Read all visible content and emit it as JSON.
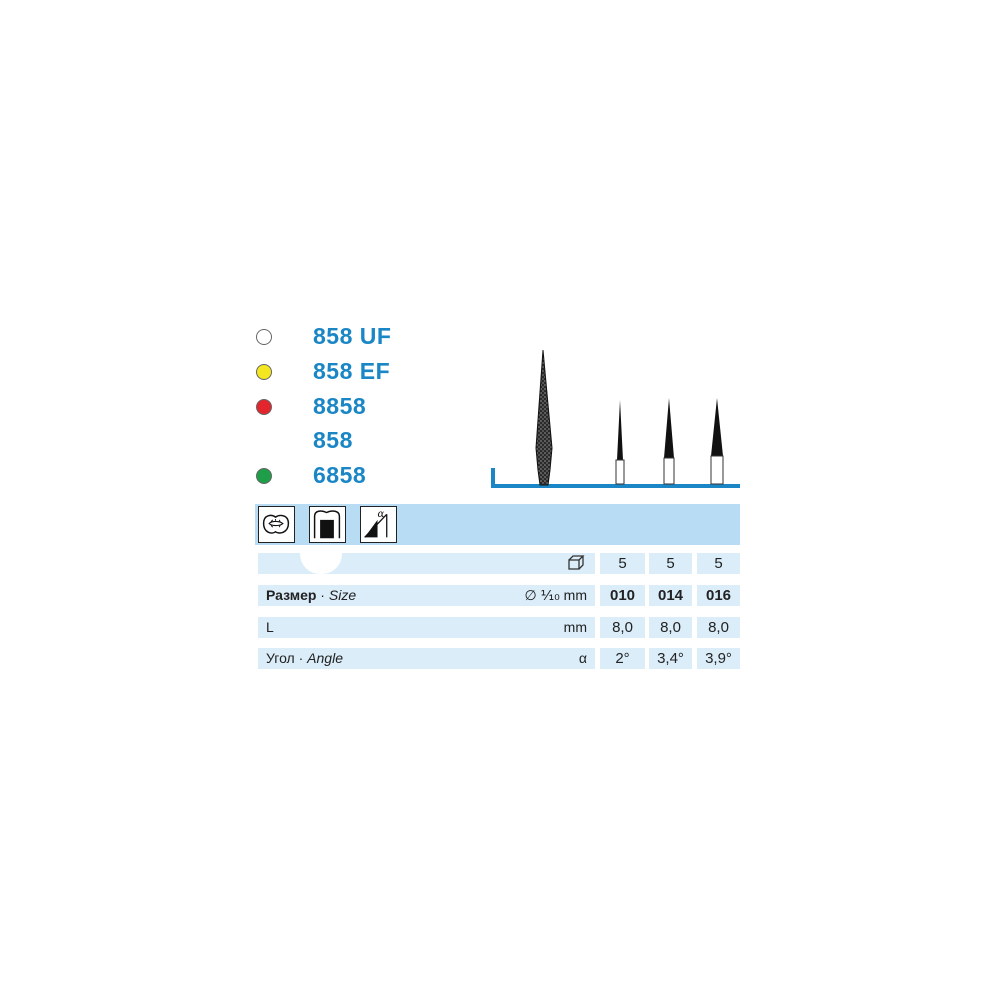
{
  "variants": [
    {
      "code": "858 UF",
      "dot_color": "#ffffff",
      "has_dot": true
    },
    {
      "code": "858 EF",
      "dot_color": "#f4e620",
      "has_dot": true
    },
    {
      "code": "8858",
      "dot_color": "#e3262d",
      "has_dot": true
    },
    {
      "code": "858",
      "dot_color": "",
      "has_dot": false
    },
    {
      "code": "6858",
      "dot_color": "#1e9e48",
      "has_dot": true
    }
  ],
  "colors": {
    "accent": "#1a86c5",
    "bar": "#b9dcf5",
    "cell": "#daedf9"
  },
  "icons": [
    "occlusal-surface-icon",
    "crown-preparation-icon",
    "angle-alpha-icon"
  ],
  "angle_symbol": "α",
  "package_icon": "package-box-icon",
  "table": {
    "package_qty": [
      "5",
      "5",
      "5"
    ],
    "rows": [
      {
        "label_bold": "Размер",
        "label_sep": " · ",
        "label_italic": "Size",
        "unit": "∅ ⅒ mm",
        "values": [
          "010",
          "014",
          "016"
        ],
        "bold_values": true
      },
      {
        "label_bold": "",
        "label_plain": "L",
        "unit": "mm",
        "values": [
          "8,0",
          "8,0",
          "8,0"
        ],
        "bold_values": false
      },
      {
        "label_plain": "Угол",
        "label_sep": " · ",
        "label_italic": "Angle",
        "unit": "α",
        "values": [
          "2°",
          "3,4°",
          "3,9°"
        ],
        "bold_values": false
      }
    ]
  }
}
